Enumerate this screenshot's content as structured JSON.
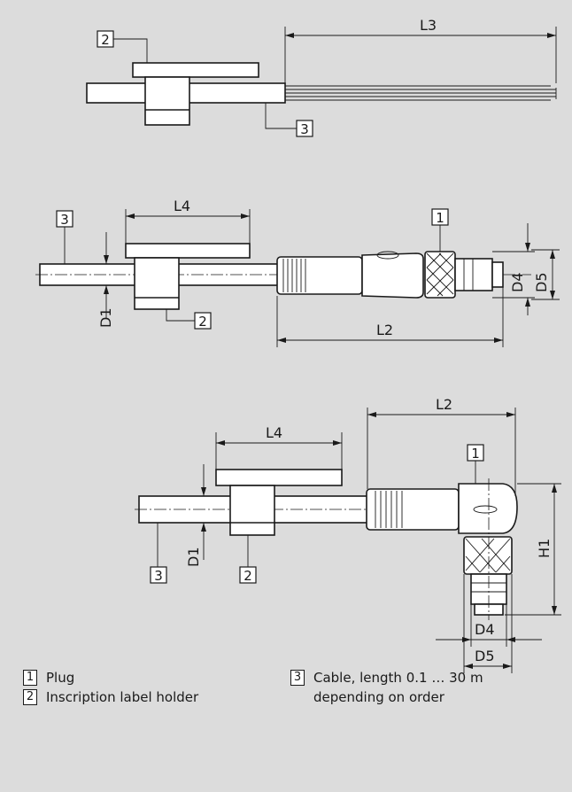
{
  "dimensions": {
    "l2": "L2",
    "l3": "L3",
    "l4": "L4",
    "d1": "D1",
    "d4": "D4",
    "d5": "D5",
    "h1": "H1"
  },
  "tags": {
    "plug": "1",
    "holder": "2",
    "cable": "3"
  },
  "legend": [
    {
      "num": "1",
      "text": "Plug"
    },
    {
      "num": "2",
      "text": "Inscription label holder"
    },
    {
      "num": "3",
      "text": "Cable, length 0.1 … 30 m",
      "text2": "depending on order"
    }
  ]
}
